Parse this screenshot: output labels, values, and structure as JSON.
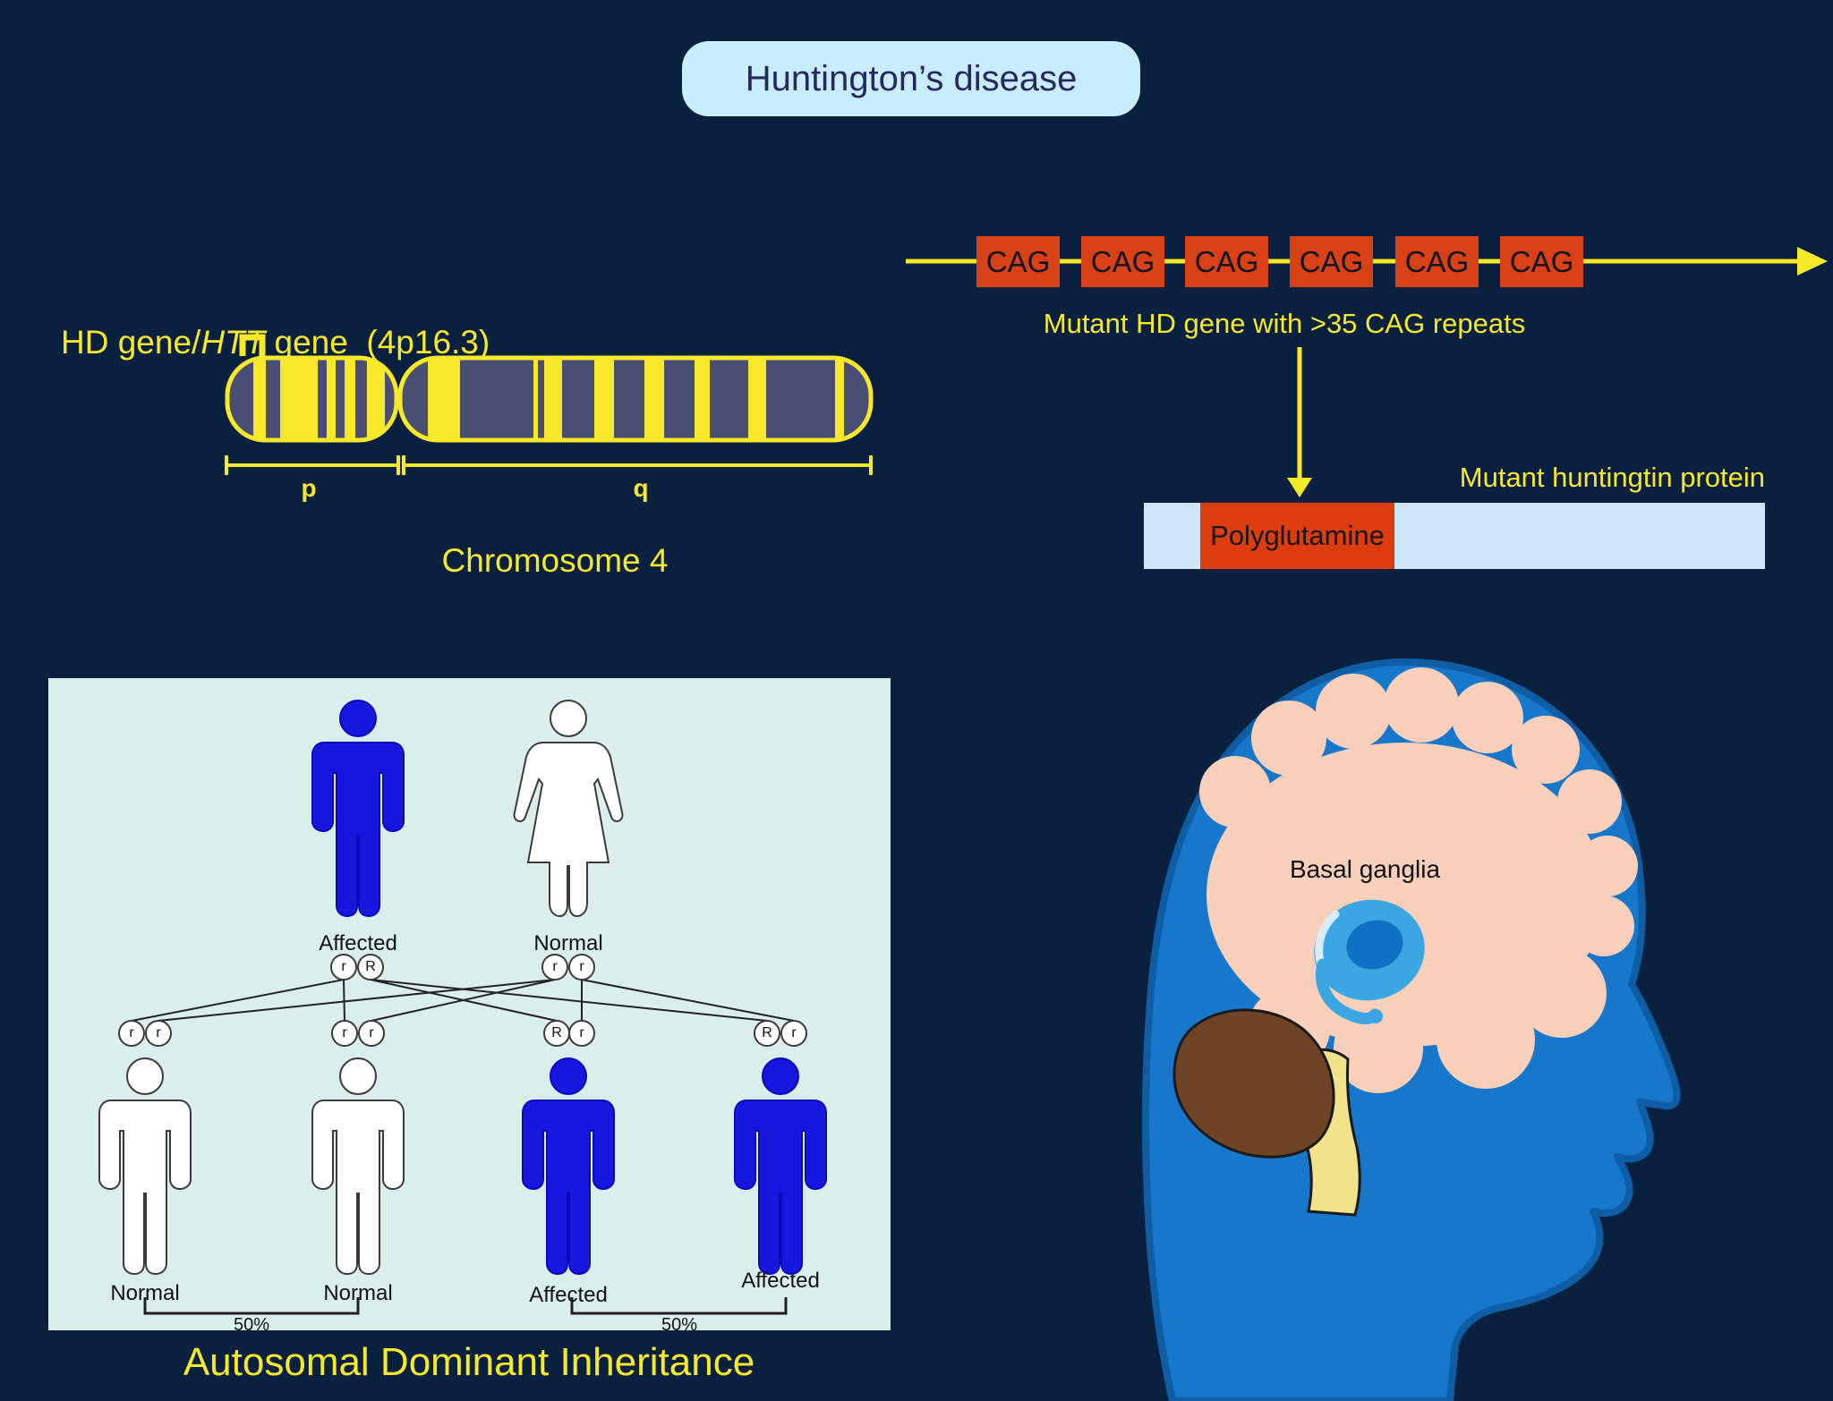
{
  "title": "Huntington’s disease",
  "colors": {
    "background": "#09213e",
    "accent_yellow": "#f7e829",
    "cag_red": "#d84016",
    "polyglutamine_red": "#dd3c0e",
    "title_box_bg": "#c8edfd",
    "title_text": "#28285e",
    "chromosome_body": "#4a4e72",
    "pedigree_panel_bg": "#daeeec",
    "affected_blue": "#1717e0",
    "normal_white": "#ffffff",
    "protein_bar_blue": "#cfe7f8",
    "head_blue": "#1777cb",
    "brain_pink": "#f8cfba",
    "cerebellum_brown": "#6f4426",
    "brainstem_yellow": "#f2e28b",
    "basal_ganglia_blue": "#3aa7e2",
    "basal_ganglia_inner_blue": "#0d72c4"
  },
  "gene_diagram": {
    "label_prefix": "HD gene/",
    "label_gene": "HTT",
    "label_suffix": " gene  (4p16.3)",
    "p_label": "p",
    "q_label": "q",
    "chromosome_label": "Chromosome 4"
  },
  "cag_diagram": {
    "repeats": [
      "CAG",
      "CAG",
      "CAG",
      "CAG",
      "CAG",
      "CAG"
    ],
    "caption": "Mutant HD gene with >35 CAG repeats"
  },
  "protein_diagram": {
    "label": "Mutant huntingtin protein",
    "segment_label": "Polyglutamine"
  },
  "pedigree": {
    "parents": [
      {
        "label": "Affected",
        "sex": "male",
        "affected": true,
        "alleles": [
          "r",
          "R"
        ]
      },
      {
        "label": "Normal",
        "sex": "female",
        "affected": false,
        "alleles": [
          "r",
          "r"
        ]
      }
    ],
    "children": [
      {
        "label": "Normal",
        "affected": false,
        "alleles": [
          "r",
          "r"
        ]
      },
      {
        "label": "Normal",
        "affected": false,
        "alleles": [
          "r",
          "r"
        ]
      },
      {
        "label": "Affected",
        "affected": true,
        "alleles": [
          "R",
          "r"
        ]
      },
      {
        "label": "Affected",
        "affected": true,
        "alleles": [
          "R",
          "r"
        ]
      }
    ],
    "probability_normal": "50%",
    "probability_affected": "50%",
    "caption": "Autosomal Dominant Inheritance"
  },
  "brain_diagram": {
    "label": "Basal ganglia"
  }
}
